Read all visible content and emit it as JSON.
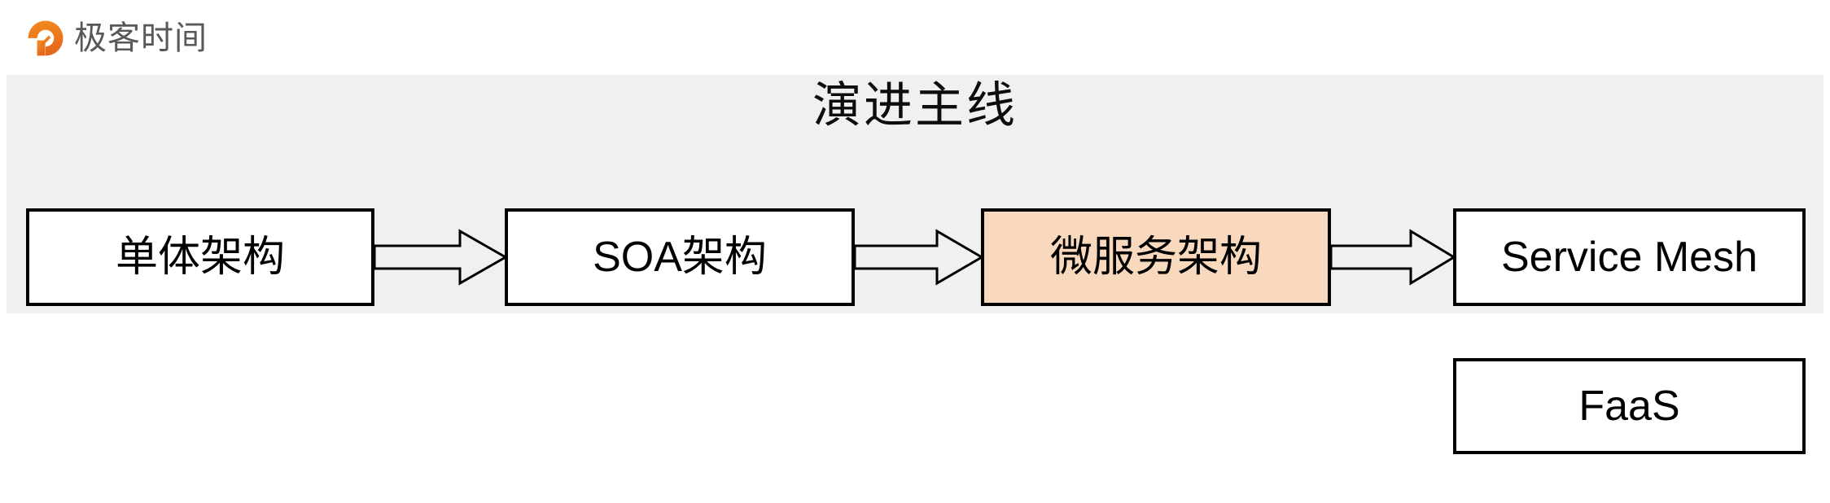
{
  "brand": {
    "name": "极客时间",
    "logo_icon": "geekbang-circle-arrow-logo",
    "logo_color_start": "#F08013",
    "logo_color_end": "#E8681C",
    "text_color": "#585858"
  },
  "band": {
    "background": "#F0F0F0"
  },
  "title": "演进主线",
  "diagram": {
    "type": "flow",
    "arrow_style": "hollow-block-arrow",
    "border_color": "#000000",
    "highlight_fill": "#F9D9BD",
    "nodes": [
      {
        "id": "mono",
        "label": "单体架构",
        "highlighted": false
      },
      {
        "id": "soa",
        "label": "SOA架构",
        "highlighted": false
      },
      {
        "id": "micro",
        "label": "微服务架构",
        "highlighted": true
      },
      {
        "id": "mesh",
        "label": "Service Mesh",
        "highlighted": false
      },
      {
        "id": "faas",
        "label": "FaaS",
        "highlighted": false
      }
    ],
    "arrows": [
      {
        "id": "arrow-1",
        "from": "mono",
        "to": "soa"
      },
      {
        "id": "arrow-2",
        "from": "soa",
        "to": "micro"
      },
      {
        "id": "arrow-3",
        "from": "micro",
        "to": "mesh"
      }
    ]
  }
}
